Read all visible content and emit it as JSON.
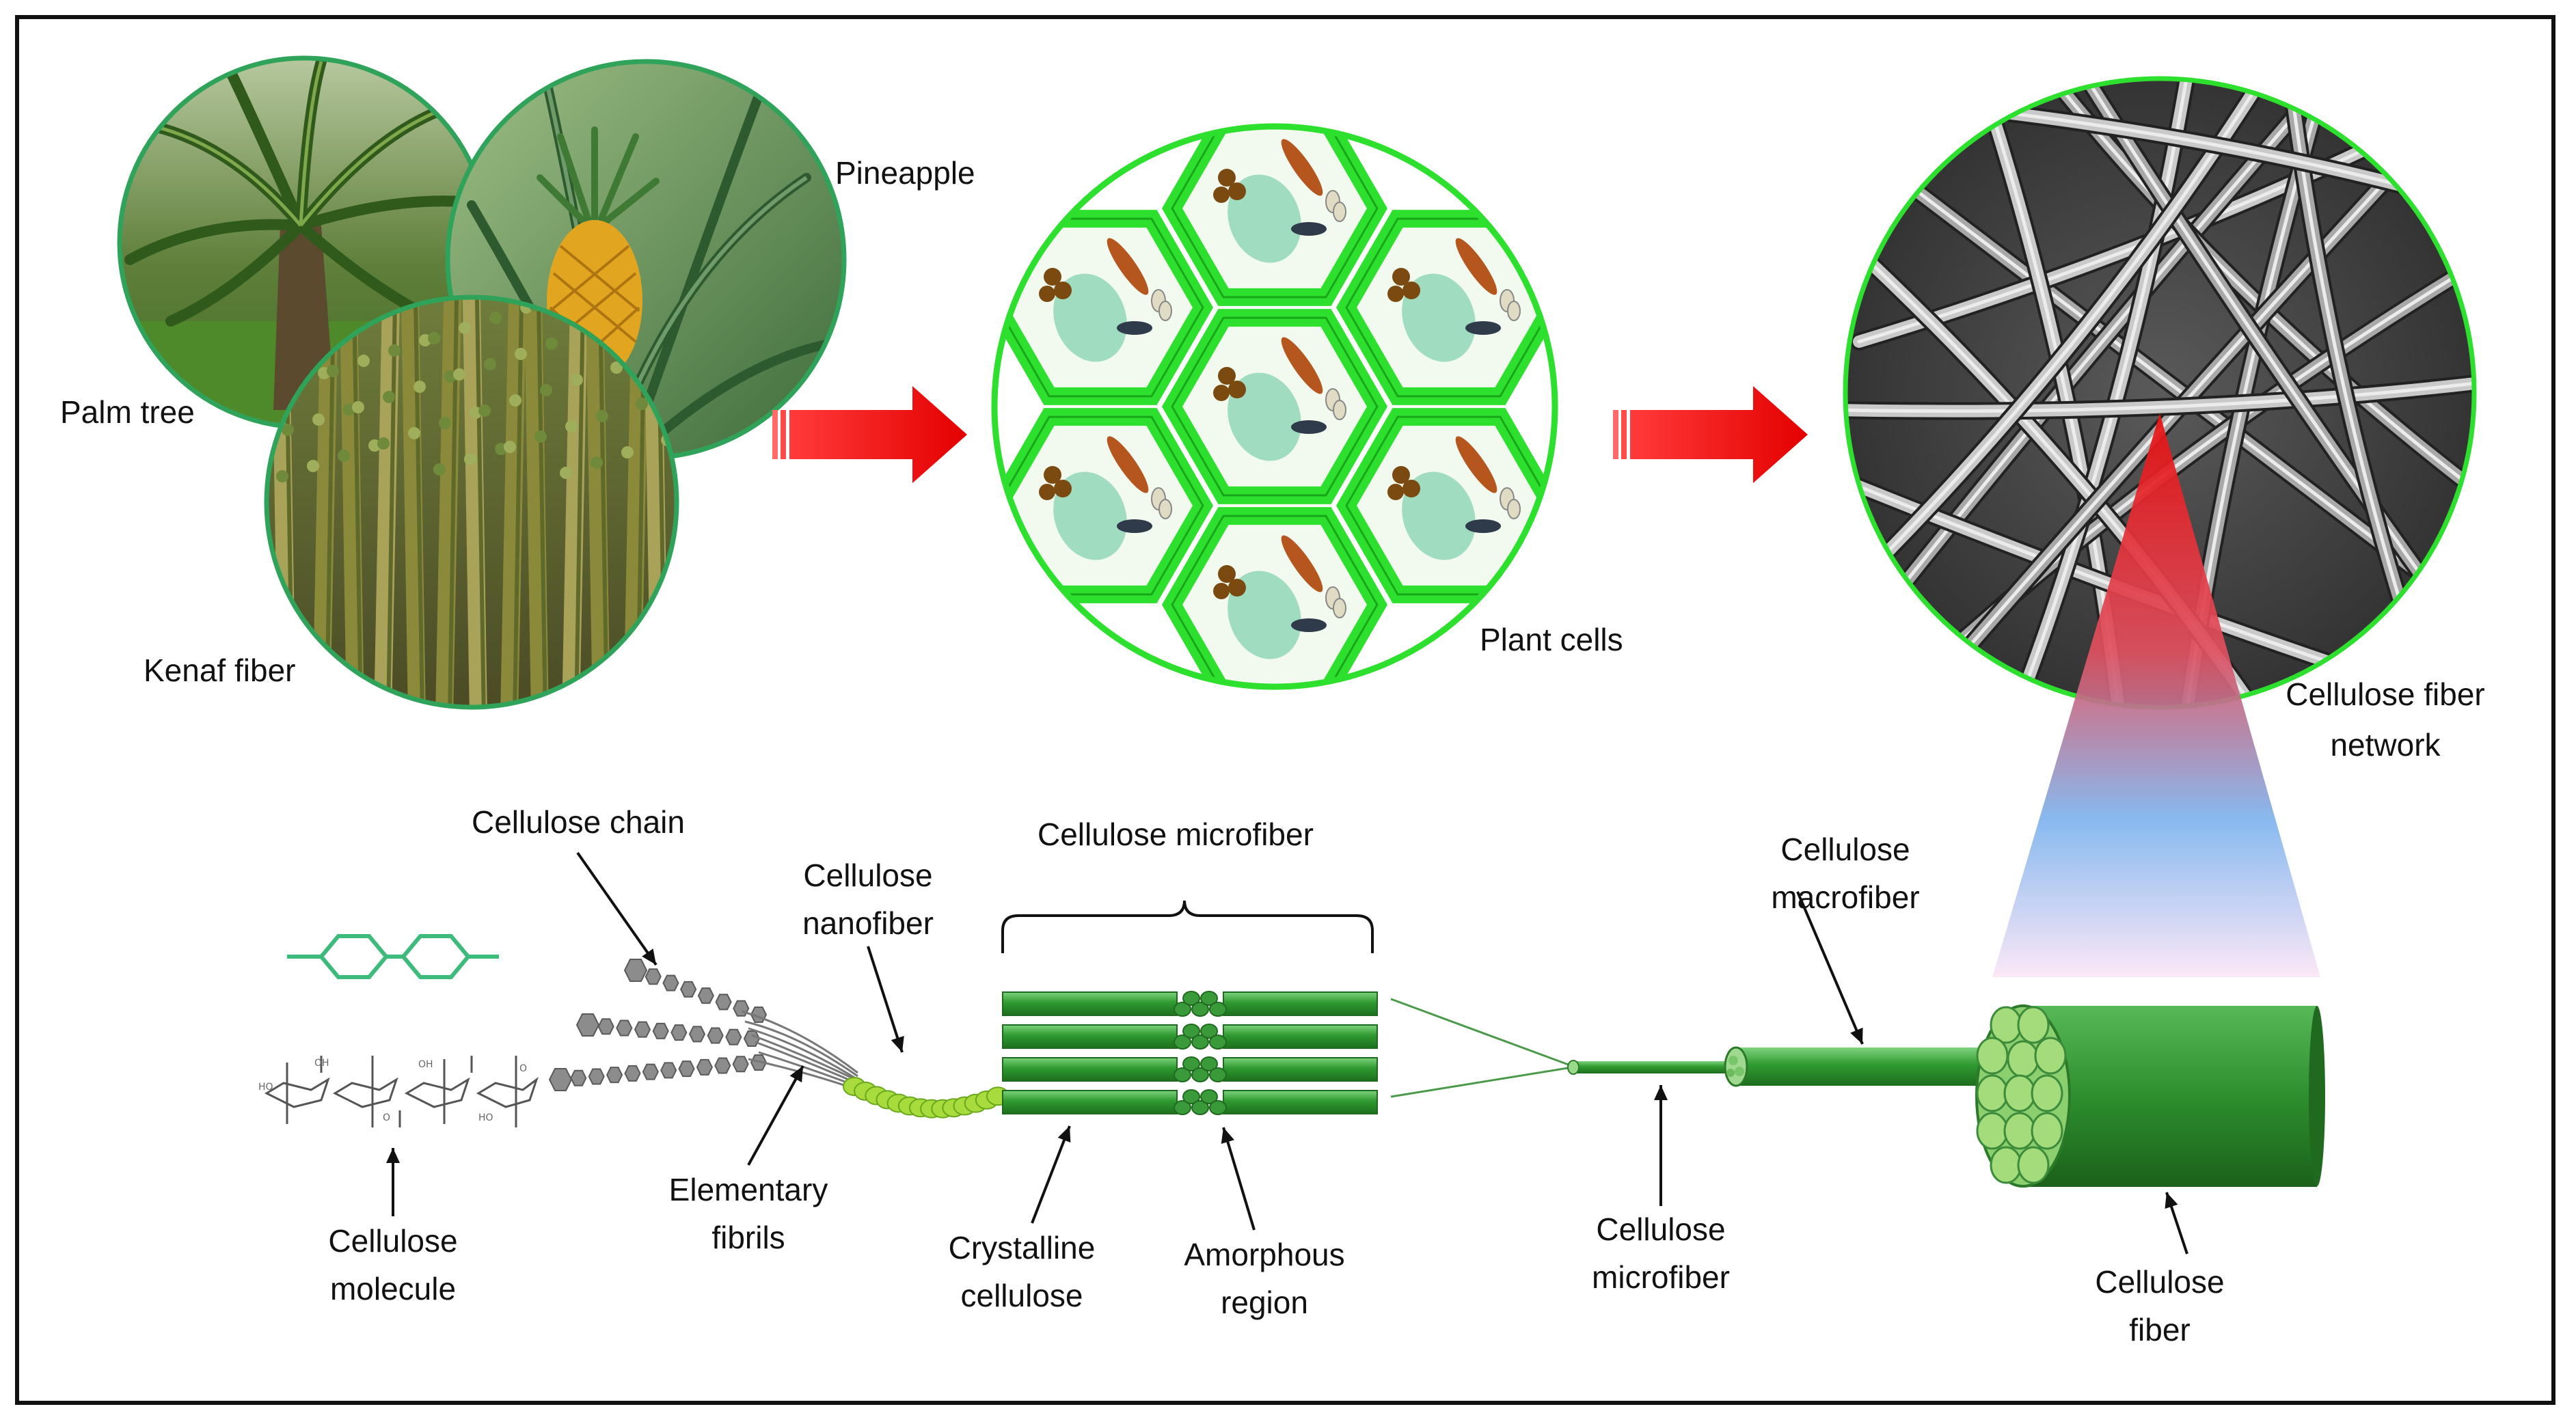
{
  "labels": {
    "palm_tree": "Palm tree",
    "pineapple": "Pineapple",
    "kenaf_fiber": "Kenaf fiber",
    "plant_cells": "Plant cells",
    "cellulose_fiber_network": [
      "Cellulose fiber",
      "network"
    ],
    "cellulose_chain": "Cellulose chain",
    "cellulose_nanofiber": [
      "Cellulose",
      "nanofiber"
    ],
    "cellulose_microfiber_top": "Cellulose microfiber",
    "cellulose_macrofiber": [
      "Cellulose",
      "macrofiber"
    ],
    "cellulose_molecule": [
      "Cellulose",
      "molecule"
    ],
    "elementary_fibrils": [
      "Elementary",
      "fibrils"
    ],
    "crystalline_cellulose": [
      "Crystalline",
      "cellulose"
    ],
    "amorphous_region": [
      "Amorphous",
      "region"
    ],
    "cellulose_microfiber_bottom": [
      "Cellulose",
      "microfiber"
    ],
    "cellulose_fiber": [
      "Cellulose",
      "fiber"
    ]
  },
  "colors": {
    "arrow": "#ee1111",
    "cell_wall": "#2ee02e",
    "fiber_green": "#3aa83a",
    "nanofiber": "#a8dc3c",
    "chain_bead": "#8c8c8c",
    "cone_top": "#e81010",
    "cone_mid": "#7fb4ee",
    "cone_bottom": "#fbe6f6"
  },
  "icons": [
    "palm-tree-photo",
    "pineapple-photo",
    "kenaf-fiber-photo",
    "plant-cells-illustration",
    "sem-fiber-network-image",
    "red-arrow",
    "cellulose-molecule-structure"
  ]
}
